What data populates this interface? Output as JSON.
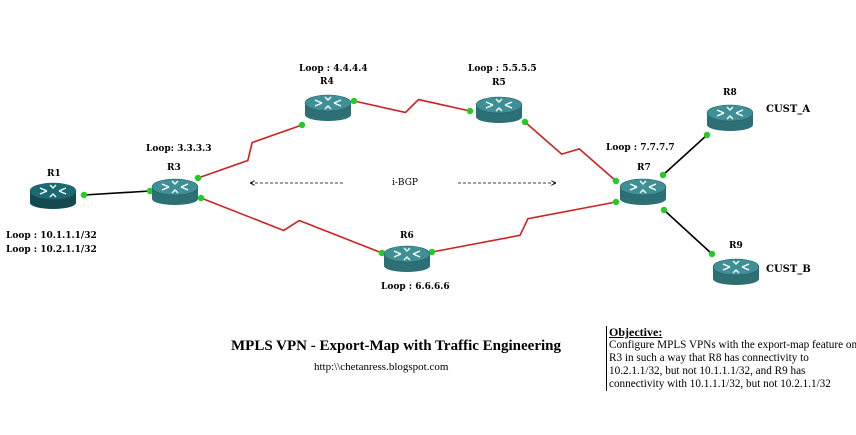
{
  "routers": [
    {
      "id": "R1",
      "name": "R1",
      "color": "#1b6a73"
    },
    {
      "id": "R3",
      "name": "R3",
      "loop": "Loop: 3.3.3.3"
    },
    {
      "id": "R4",
      "name": "R4",
      "loop": "Loop : 4.4.4.4"
    },
    {
      "id": "R5",
      "name": "R5",
      "loop": "Loop : 5.5.5.5"
    },
    {
      "id": "R6",
      "name": "R6",
      "loop": "Loop : 6.6.6.6"
    },
    {
      "id": "R7",
      "name": "R7",
      "loop": "Loop : 7.7.7.7"
    },
    {
      "id": "R8",
      "name": "R8",
      "customer": "CUST_A"
    },
    {
      "id": "R9",
      "name": "R9",
      "customer": "CUST_B"
    }
  ],
  "r1_loops": [
    "Loop : 10.1.1.1/32",
    "Loop : 10.2.1.1/32"
  ],
  "links": [
    {
      "from": "R1",
      "to": "R3",
      "style": "plain",
      "color": "#000000"
    },
    {
      "from": "R3",
      "to": "R4",
      "style": "serial",
      "color": "#cc2222"
    },
    {
      "from": "R4",
      "to": "R5",
      "style": "serial",
      "color": "#cc2222"
    },
    {
      "from": "R5",
      "to": "R7",
      "style": "serial",
      "color": "#cc2222"
    },
    {
      "from": "R3",
      "to": "R6",
      "style": "serial",
      "color": "#cc2222"
    },
    {
      "from": "R6",
      "to": "R7",
      "style": "serial",
      "color": "#cc2222"
    },
    {
      "from": "R7",
      "to": "R8",
      "style": "plain",
      "color": "#000000"
    },
    {
      "from": "R7",
      "to": "R9",
      "style": "plain",
      "color": "#000000"
    }
  ],
  "ibgp_label": "i-BGP",
  "title": "MPLS VPN - Export-Map with Traffic Engineering",
  "url": "http:\\\\chetanress.blogspot.com",
  "objective": {
    "heading": "Objective:",
    "text": "Configure MPLS VPNs with the   export-map feature on R3 in such a way that R8 has connectivity to 10.2.1.1/32, but not 10.1.1.1/32, and R9 has connectivity with 10.1.1.1/32, but not 10.2.1.1/32"
  },
  "colors": {
    "router": "#3f8f96",
    "router_dark": "#1b6a73",
    "link_serial": "#cc2222",
    "endpoint": "#22cc22"
  }
}
